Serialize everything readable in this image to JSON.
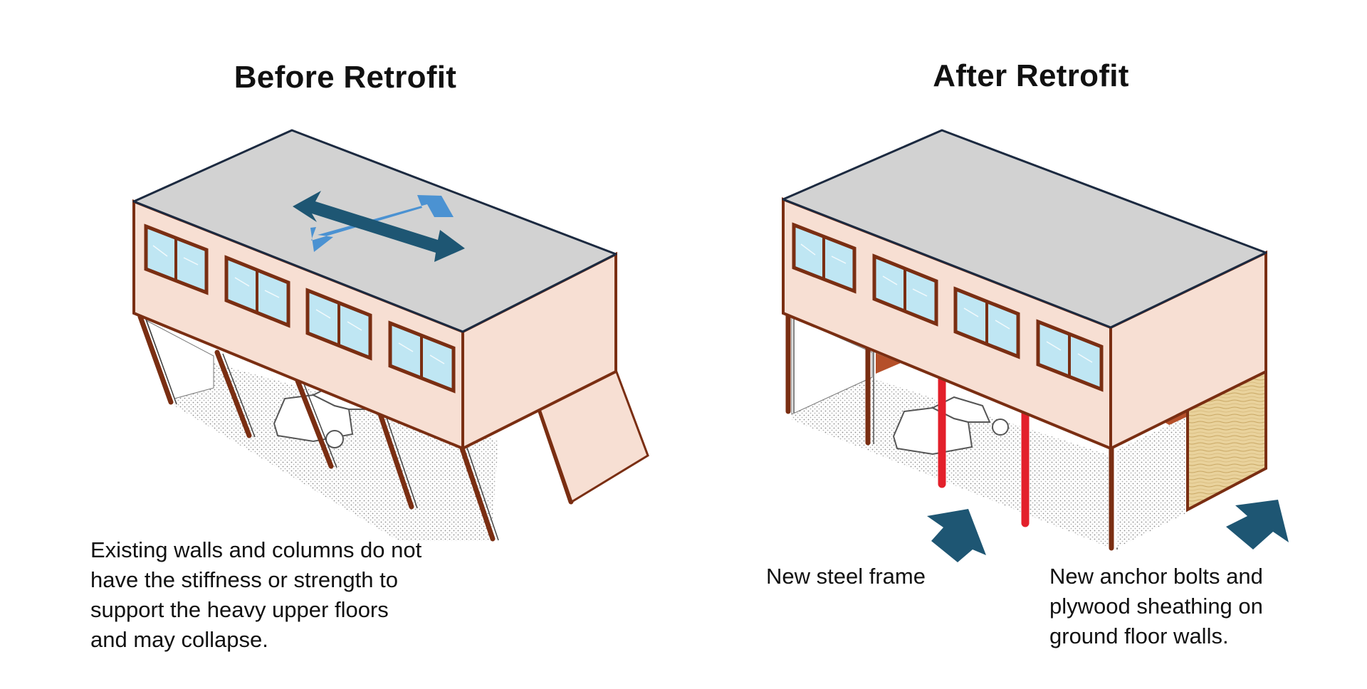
{
  "before": {
    "title": "Before Retrofit",
    "caption": [
      "Existing walls and columns do not",
      "have the stiffness or strength to",
      "support the heavy upper floors",
      "and may collapse."
    ]
  },
  "after": {
    "title": "After Retrofit",
    "caption_frame": [
      "New steel frame"
    ],
    "caption_bolts": [
      "New anchor bolts and",
      "plywood sheathing on",
      "ground floor walls."
    ]
  },
  "colors": {
    "roof": "#d2d2d2",
    "wall": "#f7dfd3",
    "structure": "#7a2e12",
    "glass": "#bfe6f3",
    "arrow_dark": "#1e5673",
    "arrow_light": "#4b92d2",
    "steel_frame": "#e3202b",
    "plywood": "#e9d29c",
    "wall_brace": "#b5502a"
  },
  "icons": {
    "motion_arrows": "double-headed-crossed-arrows-icon",
    "pointer": "thick-pointer-arrow-icon"
  }
}
